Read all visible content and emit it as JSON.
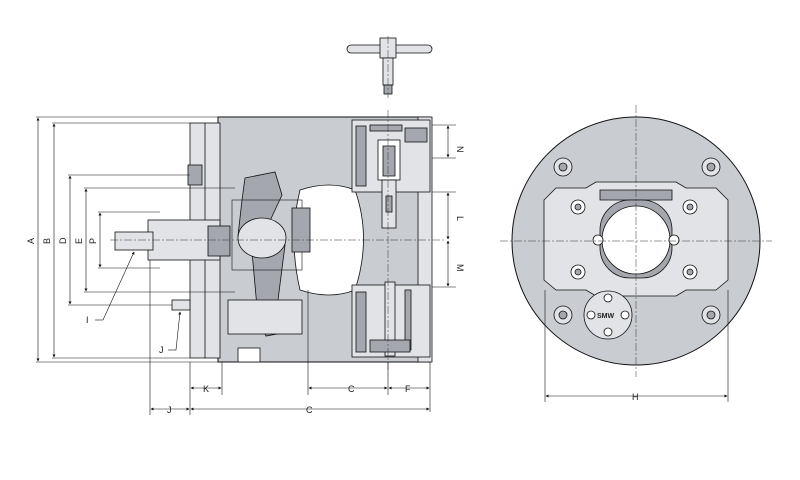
{
  "labels": {
    "A": "A",
    "B": "B",
    "D": "D",
    "E": "E",
    "P": "P",
    "N": "N",
    "L": "L",
    "M": "M",
    "K": "K",
    "C_upper": "C",
    "F": "F",
    "J_lower": "J",
    "C_lower": "C",
    "I": "I",
    "J_leader": "J",
    "H": "H"
  },
  "logo_text": "SMW"
}
